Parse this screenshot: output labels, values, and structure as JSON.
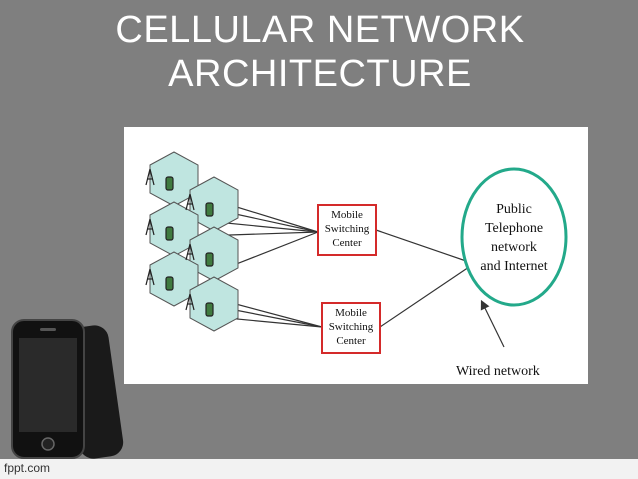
{
  "slide": {
    "title": "CELLULAR  NETWORK\nARCHITECTURE"
  },
  "diagram": {
    "switching_centers": [
      {
        "line1": "Mobile",
        "line2": "Switching",
        "line3": "Center"
      },
      {
        "line1": "Mobile",
        "line2": "Switching",
        "line3": "Center"
      }
    ],
    "network_cloud": {
      "line1": "Public",
      "line2": "Telephone",
      "line3": "network",
      "line4": "and Internet"
    },
    "wired_label": "Wired network",
    "colors": {
      "cell_fill": "#bfe5e0",
      "cell_stroke": "#555555",
      "switch_border": "#d42a2a",
      "cloud_border": "#23a98a",
      "line": "#333333"
    }
  },
  "footer": {
    "brand": "fppt.com"
  }
}
